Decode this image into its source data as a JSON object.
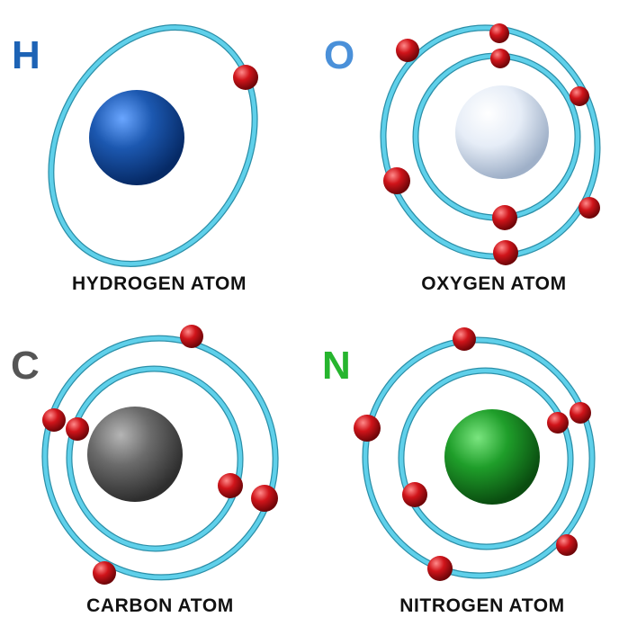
{
  "atoms": [
    {
      "id": "hydrogen",
      "symbol": "H",
      "symbol_color": "#1d63b5",
      "caption": "HYDROGEN ATOM",
      "nucleus_color": "#1c58b0",
      "electron_count": 1
    },
    {
      "id": "oxygen",
      "symbol": "O",
      "symbol_color": "#4a90d9",
      "caption": "OXYGEN ATOM",
      "nucleus_color": "#e6edf7",
      "electron_count": 8
    },
    {
      "id": "carbon",
      "symbol": "C",
      "symbol_color": "#555555",
      "caption": "CARBON ATOM",
      "nucleus_color": "#6b6b6b",
      "electron_count": 6
    },
    {
      "id": "nitrogen",
      "symbol": "N",
      "symbol_color": "#26b52e",
      "caption": "NITROGEN ATOM",
      "nucleus_color": "#1f9e2a",
      "electron_count": 7
    }
  ],
  "orbit_color": "#5fd0ea",
  "electron_color": "#d0141a"
}
